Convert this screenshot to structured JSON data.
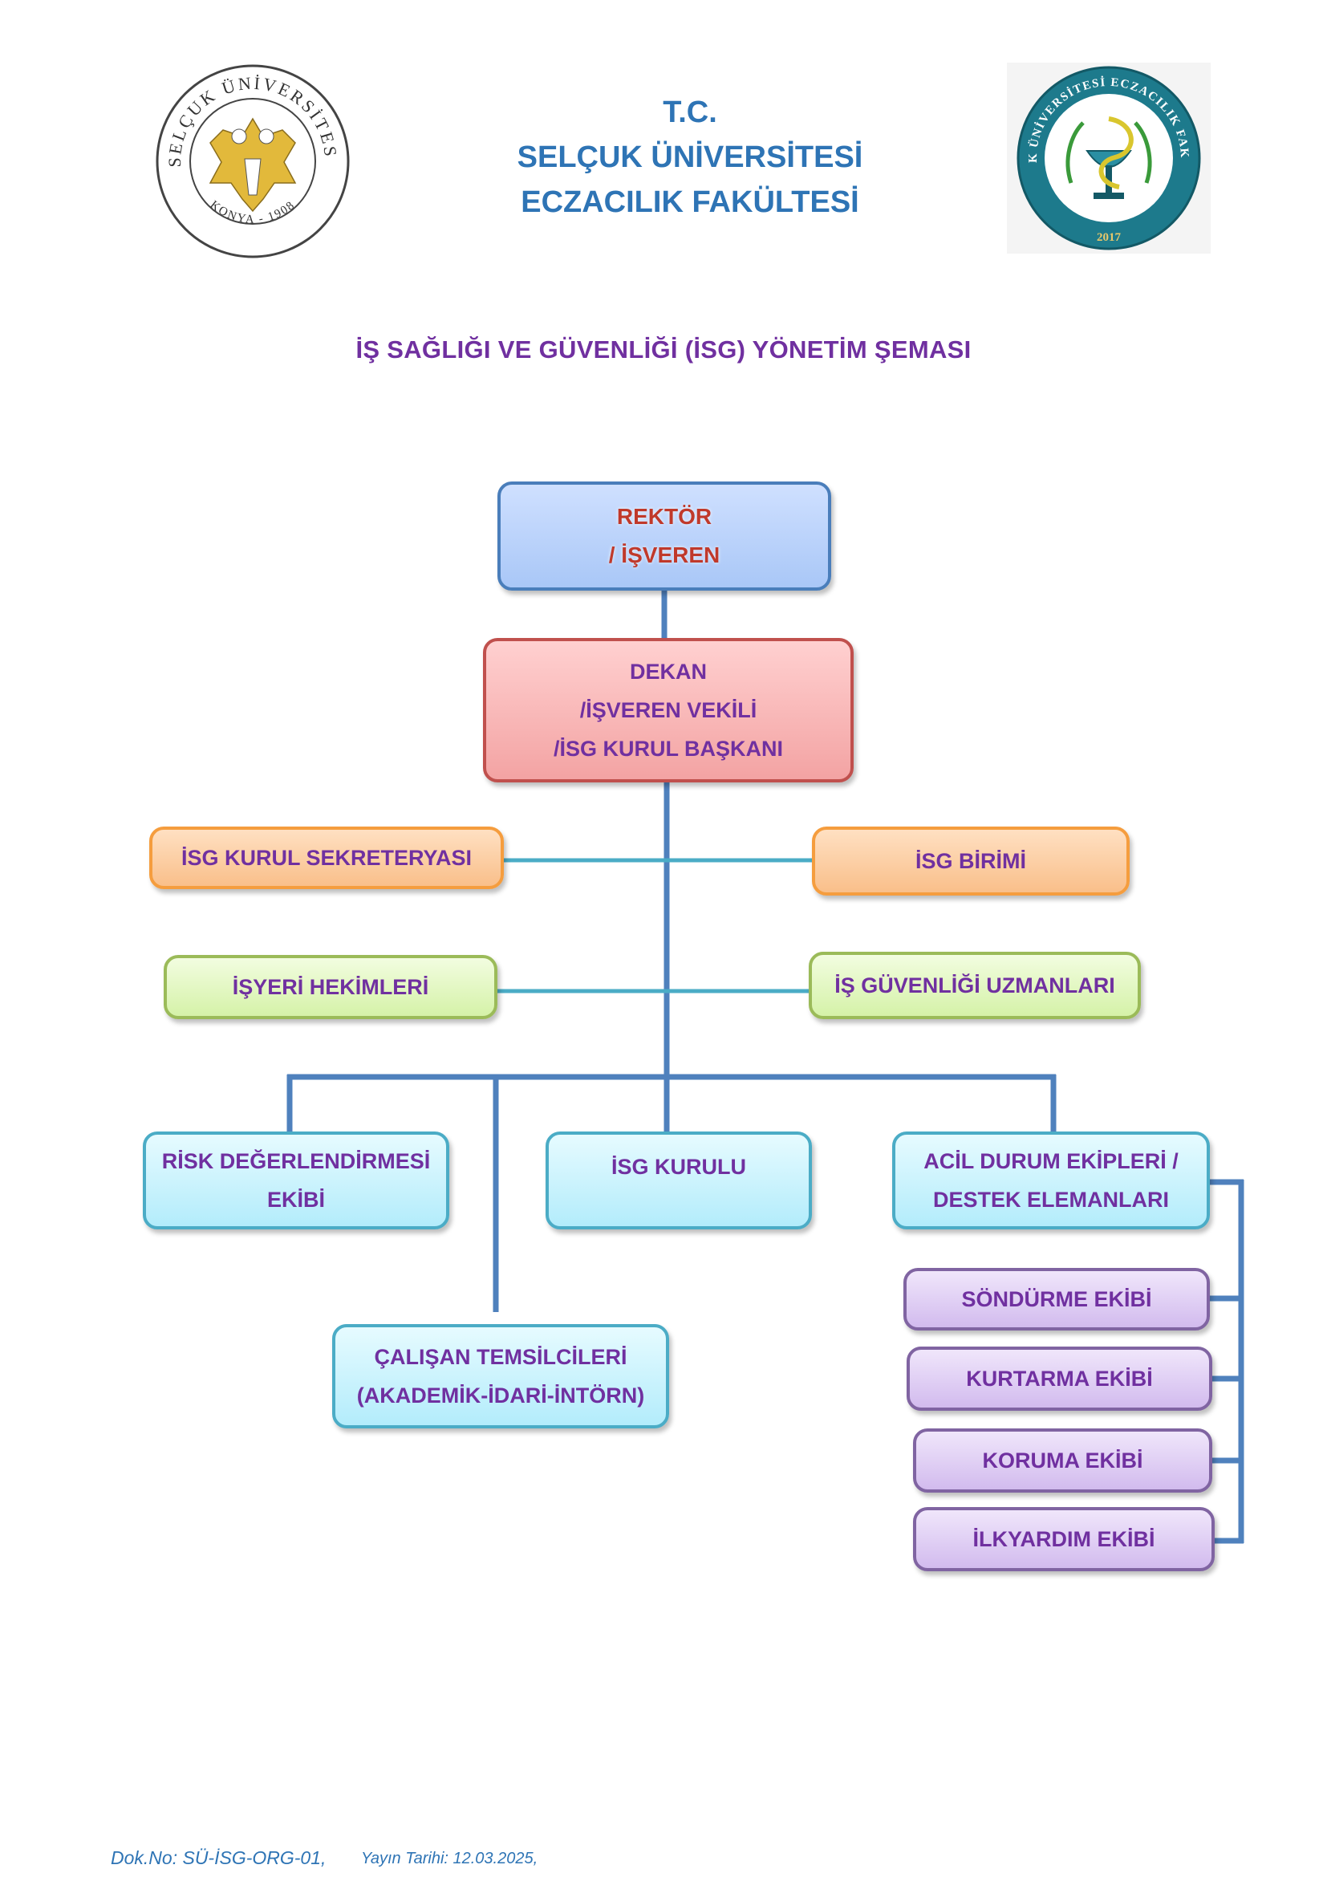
{
  "header": {
    "line1": "T.C.",
    "line2": "SELÇUK ÜNİVERSİTESİ",
    "line3": "ECZACILIK FAKÜLTESİ"
  },
  "logos": {
    "left": {
      "text_top": "SELÇUK ÜNİVERSİTESİ",
      "text_bottom": "KONYA - 1908",
      "icon": "double-headed-eagle-seal-icon"
    },
    "right": {
      "text_ring": "SELÇUK ÜNİVERSİTESİ ECZACILIK FAKÜLTESİ",
      "year": "2017",
      "icon": "pharmacy-bowl-of-hygieia-icon"
    }
  },
  "title": "İŞ SAĞLIĞI VE GÜVENLİĞİ (İSG) YÖNETİM ŞEMASI",
  "nodes": {
    "rektor": {
      "line1": "REKTÖR",
      "line2": "/ İŞVEREN"
    },
    "dekan": {
      "line1": "DEKAN",
      "line2": "/İŞVEREN VEKİLİ",
      "line3": "/İSG KURUL BAŞKANI"
    },
    "sekreterya": "İSG KURUL SEKRETERYASI",
    "birim": "İSG BİRİMİ",
    "hekimler": "İŞYERİ HEKİMLERİ",
    "uzmanlar": "İŞ GÜVENLİĞİ UZMANLARI",
    "risk": {
      "line1": "RİSK DEĞERLENDİRMESİ",
      "line2": "EKİBİ"
    },
    "kurulu": "İSG KURULU",
    "acil": {
      "line1": "ACİL DURUM EKİPLERİ /",
      "line2": "DESTEK ELEMANLARI"
    },
    "temsilciler": {
      "line1": "ÇALIŞAN TEMSİLCİLERİ",
      "line2": "(AKADEMİK-İDARİ-İNTÖRN)"
    },
    "sondurme": "SÖNDÜRME EKİBİ",
    "kurtarma": "KURTARMA EKİBİ",
    "koruma": "KORUMA EKİBİ",
    "ilkyardim": "İLKYARDIM EKİBİ"
  },
  "footer": {
    "doc_no": "Dok.No: SÜ-İSG-ORG-01,",
    "date": "Yayın Tarihi: 12.03.2025,"
  },
  "colors": {
    "header_blue": "#2e74b5",
    "title_purple": "#7030a0",
    "rektor_text": "#c0392b",
    "connector_blue": "#4f81bd",
    "connector_teal": "#4bacc6"
  }
}
